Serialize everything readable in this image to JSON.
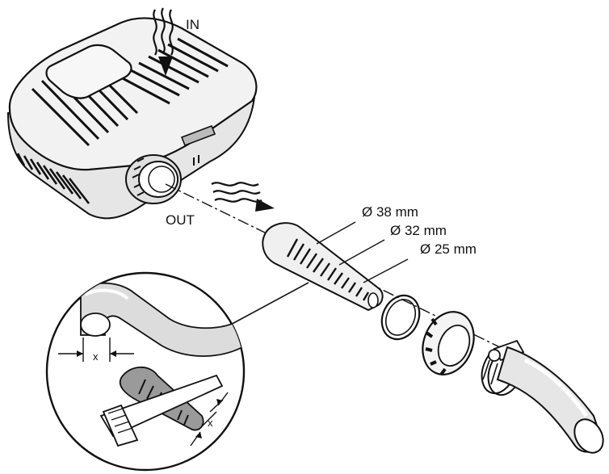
{
  "labels": {
    "in": "IN",
    "out": "OUT",
    "d38": "Ø 38 mm",
    "d32": "Ø 32 mm",
    "d25": "Ø 25 mm",
    "x_top": "x",
    "x_bottom": "x"
  },
  "colors": {
    "line": "#111111",
    "body_fill": "#ececec",
    "shadow_fill": "#9a9a9a",
    "hose_fill": "#d9d9d9"
  }
}
